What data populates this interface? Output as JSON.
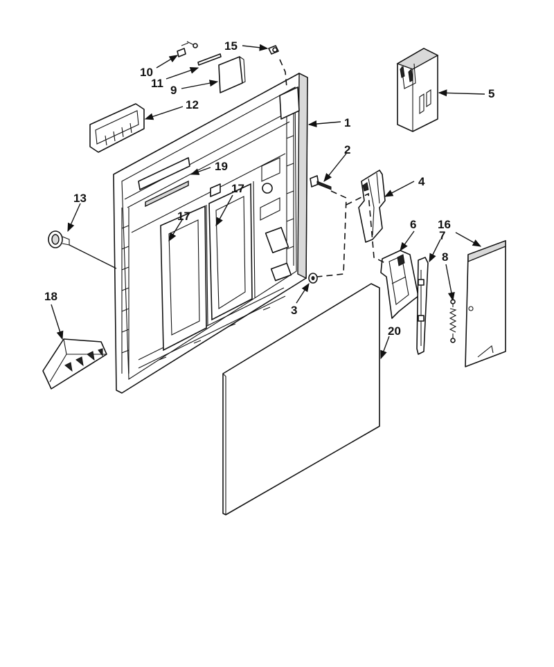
{
  "callouts": {
    "c1": "1",
    "c2": "2",
    "c3": "3",
    "c4": "4",
    "c5": "5",
    "c6": "6",
    "c7": "7",
    "c8": "8",
    "c9": "9",
    "c10": "10",
    "c11": "11",
    "c12": "12",
    "c13": "13",
    "c15": "15",
    "c16": "16",
    "c17a": "17",
    "c17b": "17",
    "c18": "18",
    "c19": "19",
    "c20": "20"
  },
  "colors": {
    "ink": "#111111",
    "background": "#ffffff",
    "shade": "#d9d9d9"
  }
}
